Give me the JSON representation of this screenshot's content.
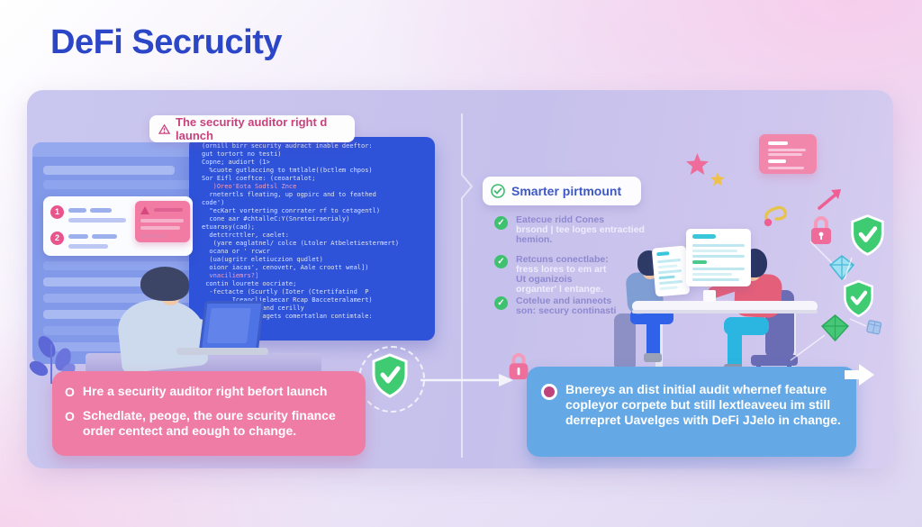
{
  "title": "DeFi Secrucity",
  "left_panel": {
    "alert_label": "The security auditor right d launch",
    "steps": [
      "1",
      "2"
    ],
    "code_lines": [
      "(ornill birr security audract inable deeftor:",
      "gut tortort no testi)",
      "",
      "Copne; audiort (1>",
      "  %cuote gutlaccing to tmtlale((bctlem chpos)",
      "Sor Eifl coeftce: (ceoartalot;",
      "   )Oreo'Eota Sodtsl Znce",
      "  rnetertls fleating, up ogpirc and to feathed",
      "code')",
      "",
      "  \"ecKart vorterting conrrater rf to cetagentl)",
      "  cone aar #chtalleC:Y(Snreteiraerialy)",
      "etuarasy(cad);",
      "  detctrcttler, caelet:",
      "   (yare eaglatnel/ colce (Ltoler Atbeletiestermert)",
      "  ocana or ' rcwcr",
      "  (ua(ugritr eletiuczion qudlet)",
      "  oionr iacas', cenovetr, Aale croott weal])",
      "  vnaciliemrs?]",
      " contin lourete oocriate;",
      "  -fectacte (Scurtly (Ioter (Ctertifatind  P",
      "        Iceaoclielaecar Rcap Bacceteralamert)",
      "       pritutts and cerilly",
      "       wall doutagets comertatlan contimtale:"
    ],
    "callout": {
      "bullet": "O",
      "item1": "Hre a security auditor right befort launch",
      "item2_line1": "Schedlate, peoge, the oure scurity finance",
      "item2_line2": "order centect and eough to change."
    }
  },
  "right_panel": {
    "label": "Smarter pirtmount",
    "checklist": [
      {
        "lines": [
          "Eatecue ridd Cones",
          "brsond | tee loges entractied",
          "hemion."
        ]
      },
      {
        "lines": [
          "Retcuns conectlabe:",
          "fress lores to em art",
          "Ut oganizois",
          "organter' l entange."
        ]
      },
      {
        "lines": [
          "Cotelue and ianneots",
          "son: secury continasti"
        ]
      }
    ],
    "callout": {
      "bullet": "O",
      "line1": "Bnereys an dist initial audit whernef feature",
      "line2": "copleyor corpete but still lextleaveeu im still",
      "line3": "derrepret Uavelges with DeFi JJelo in change."
    }
  },
  "colors": {
    "title_blue": "#2b46c6",
    "panel_lavender": "#c9c5ee",
    "code_bg": "#2e52d8",
    "pink_callout": "#ef7ca4",
    "blue_callout": "#64a9e6",
    "green_shield": "#3ecb72",
    "accent_pink": "#ee6b9a"
  }
}
